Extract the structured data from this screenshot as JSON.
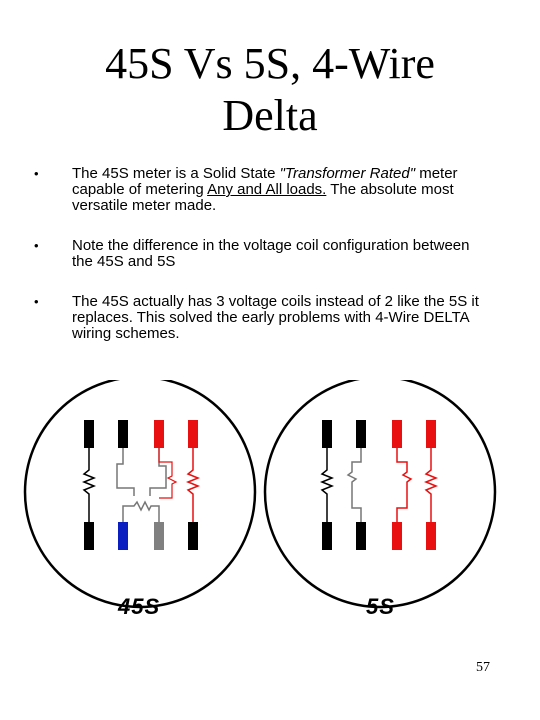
{
  "slide": {
    "title_line1": "45S Vs 5S, 4-Wire",
    "title_line2": "Delta",
    "bullets": [
      {
        "part1": "The 45S meter is a Solid State ",
        "italic": "\"Transformer Rated\"",
        "part2": " meter capable of metering ",
        "underlined": "Any and All loads.",
        "part3": "  The absolute most versatile meter made."
      },
      {
        "text": " Note the difference in the voltage coil configuration between the 45S and 5S"
      },
      {
        "text": "The 45S actually has 3 voltage coils instead of 2 like the 5S it replaces.  This solved the early problems with 4-Wire DELTA wiring schemes."
      }
    ],
    "bullet_symbol": "•",
    "diagram_left_label": "45S",
    "diagram_right_label": "5S",
    "page_number": "57"
  },
  "colors": {
    "black_terminal": "#000000",
    "red_terminal": "#e81010",
    "blue_terminal": "#0b1fc0",
    "gray_terminal": "#808080",
    "coil_line": "#777777"
  }
}
